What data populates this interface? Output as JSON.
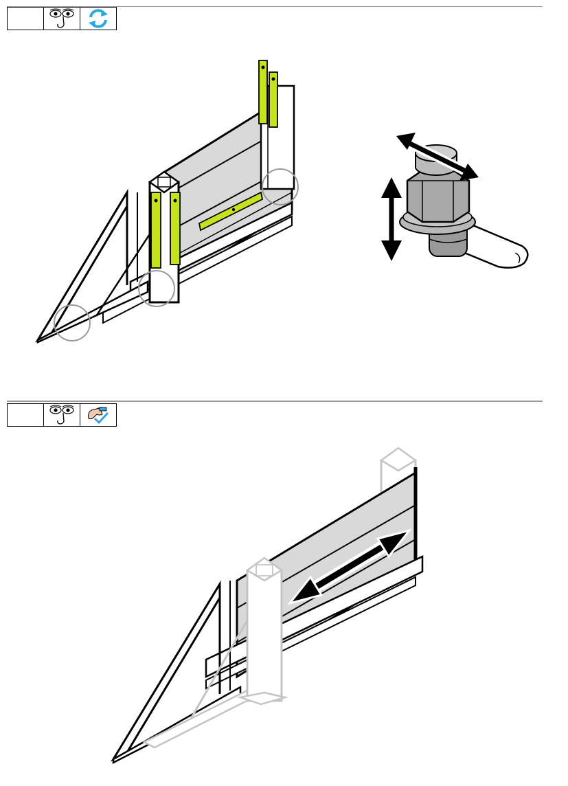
{
  "steps": [
    {
      "icons": [
        "blank-box",
        "eyes-inspect-icon",
        "refresh-cycle-icon"
      ],
      "illustrations": [
        "gate-leveling-illustration",
        "adjustable-nut-illustration"
      ]
    },
    {
      "icons": [
        "blank-box",
        "eyes-inspect-icon",
        "hand-check-icon"
      ],
      "illustrations": [
        "gate-sliding-test-illustration"
      ]
    }
  ],
  "colors": {
    "level_green": "#c6e21a",
    "panel_grey": "#d9d9d9",
    "refresh_blue": "#29a9e0",
    "outline": "#000000",
    "ghost_grey": "#c4c4c4",
    "check_blue": "#3a9ee4"
  }
}
